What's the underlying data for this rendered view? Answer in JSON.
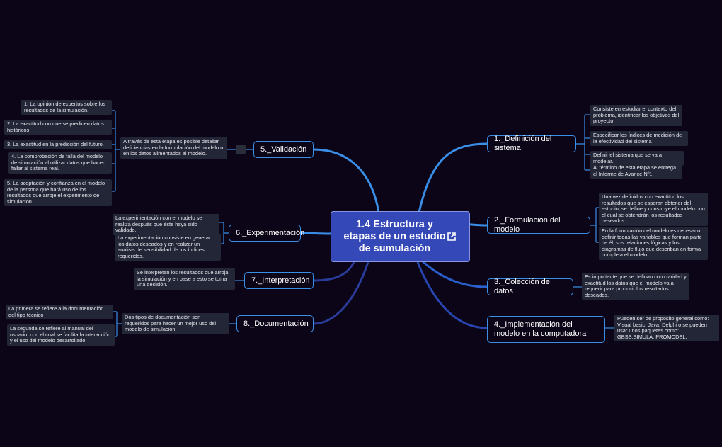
{
  "central": {
    "title": "1.4 Estructura y etapas de un estudio de sumulación",
    "icon": "external-link-icon"
  },
  "branches": [
    {
      "label": "1._Definición del sistema",
      "notes": [
        "Consiste en estudiar el contexto del problema, identificar los objetivos del proyecto",
        "Especificar los índices de medición de la efectividad del sistema",
        "Definir el sistema que se va a modelar.",
        "Al término de esta etapa se entrega el Informe de Avance Nº1"
      ]
    },
    {
      "label": "2._Formulación del modelo",
      "notes": [
        "Una vez definidos con exactitud los resultados que se esperan obtener del estudio, se define y construye el modelo con el cual se obtendrán los resultados deseados.",
        "En la formulación del modelo es necesario definir todas las variables que forman parte de él, sus relaciones lógicas y los diagramas de flujo que describan en forma completa el modelo."
      ]
    },
    {
      "label": "3._Colección de datos",
      "notes": [
        "Es importante que se definan con claridad y exactitud los datos que el modelo va a requerir para producir los resultados deseados."
      ]
    },
    {
      "label": "4._Implementación del modelo en la computadora",
      "notes": [
        "Pueden ser de propósito general como: Visual basic, Java, Delphi o se pueden usar unos paquetes como: GBSS,SIMULA, PROMODEL."
      ]
    },
    {
      "label": "5._Validación",
      "summary": "A través de esta etapa es posible detallar deficiencias en la formulación del modelo o en los datos alimentados al modelo.",
      "notes": [
        "1.      La opinión de expertos sobre los resultados de la simulación.",
        "2.      La exactitud con que se predicen datos históricos",
        "3.      La exactitud en la predicción del futuro.",
        "4.      La comprobación de falla del modelo de simulación al utilizar datos que hacen fallar al sistema real.",
        "5.      La aceptación y confianza en el modelo de la persona que hará uso de los resultados que arroje el experimento de simulación"
      ]
    },
    {
      "label": "6._Experimentación",
      "notes": [
        "La experimentación con el modelo se realiza después que éste haya sido validado.",
        "La experimentación consiste en generar los datos deseados y en realizar un análisis de sensibilidad de los índices requeridos."
      ]
    },
    {
      "label": "7._Interpretación",
      "notes": [
        "Se interpretan los resultados que arroja la simulación y en base a esto se toma una decisión."
      ]
    },
    {
      "label": "8._Documentación",
      "summary": "Dos tipos de documentación son requeridos para hacer un mejor uso del modelo de simulación.",
      "notes": [
        "La primera se refiere a la documentación del tipo técnico",
        "La segunda se refiere al manual del usuario, con el cual se facilita la interacción y el uso del modelo desarrollado."
      ]
    }
  ],
  "colors": {
    "background": "#0b0517",
    "central": "#3548b8",
    "branch_border": "#3a8ee6",
    "link": "#3a8ee6",
    "note_bg": "#232637"
  }
}
